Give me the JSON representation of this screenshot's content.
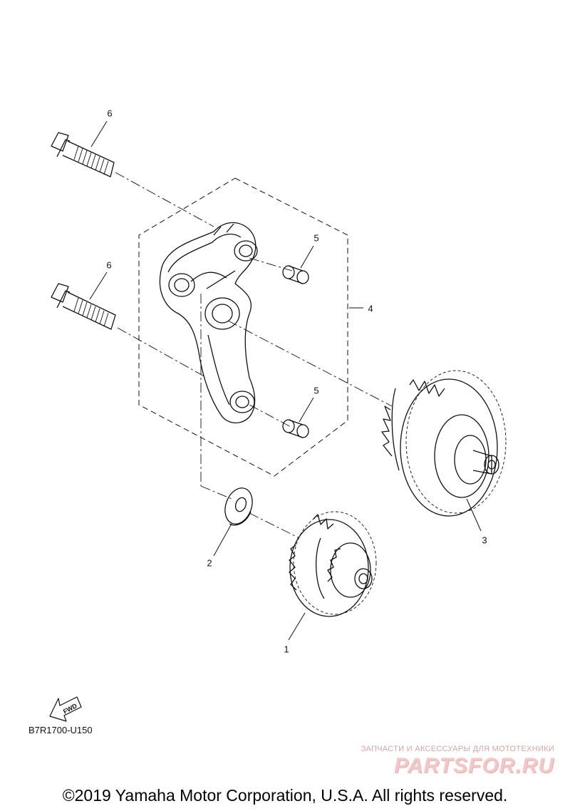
{
  "callouts": {
    "n1": "1",
    "n2": "2",
    "n3": "3",
    "n4": "4",
    "n5a": "5",
    "n5b": "5",
    "n6a": "6",
    "n6b": "6"
  },
  "fwd_label": "FWD",
  "diagram_code": "B7R1700-U150",
  "watermark": {
    "tagline": "ЗАПЧАСТИ И АКСЕССУАРЫ ДЛЯ МОТОТЕХНИКИ",
    "logo": "PARTSFOR.RU"
  },
  "copyright": "©2019 Yamaha Motor Corporation, U.S.A. All rights reserved.",
  "colors": {
    "line": "#111111",
    "watermark": "#e08c8c"
  }
}
